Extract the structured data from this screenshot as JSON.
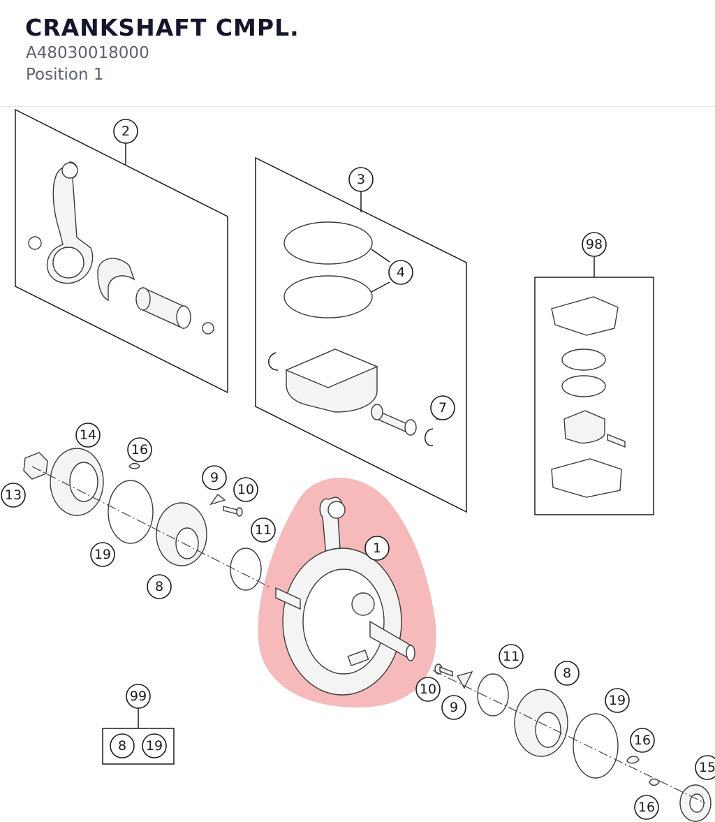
{
  "header": {
    "title": "CRANKSHAFT CMPL.",
    "part_number": "A48030018000",
    "position_label": "Position 1"
  },
  "colors": {
    "title": "#14162b",
    "subtitle": "#5b6171",
    "highlight": "#f28c8c"
  },
  "callouts": {
    "c1": "1",
    "c2": "2",
    "c3": "3",
    "c4": "4",
    "c7": "7",
    "c98": "98",
    "c14": "14",
    "c16a": "16",
    "c13": "13",
    "c9a": "9",
    "c10a": "10",
    "c11a": "11",
    "c19a": "19",
    "c8a": "8",
    "c99": "99",
    "c99_8": "8",
    "c99_19": "19",
    "c11b": "11",
    "c8b": "8",
    "c10b": "10",
    "c9b": "9",
    "c19b": "19",
    "c16b": "16",
    "c16c": "16",
    "c15": "15"
  },
  "highlighted_part": "crankshaft-assembly"
}
